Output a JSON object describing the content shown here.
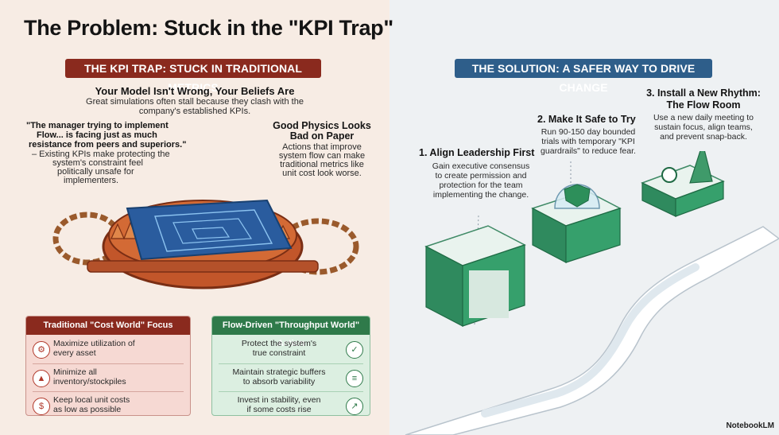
{
  "title": "The Problem: Stuck in the \"KPI Trap\"",
  "left_banner": "THE KPI TRAP: STUCK IN TRADITIONAL METRICS",
  "right_banner": "THE SOLUTION: A SAFER WAY TO DRIVE CHANGE",
  "model": {
    "heading": "Your Model Isn't Wrong, Your Beliefs Are",
    "body1": "Great simulations often stall because they clash with the",
    "body2": "company's established KPIs."
  },
  "quote": {
    "l1": "\"The manager trying to implement",
    "l2": "Flow... is facing just as much",
    "l3": "resistance from peers and superiors.\"",
    "n1": "– Existing KPIs make protecting the",
    "n2": "system's constraint feel",
    "n3": "politically unsafe for",
    "n4": "implementers."
  },
  "physics": {
    "h1": "Good Physics Looks",
    "h2": "Bad on Paper",
    "b1": "Actions that improve",
    "b2": "system flow can make",
    "b3": "traditional metrics like",
    "b4": "unit cost look worse."
  },
  "cost_card": {
    "title": "Traditional \"Cost World\" Focus",
    "rows": [
      {
        "l1": "Maximize utilization of",
        "l2": "every asset"
      },
      {
        "l1": "Minimize all",
        "l2": "inventory/stockpiles"
      },
      {
        "l1": "Keep local unit costs",
        "l2": "as low as possible"
      }
    ]
  },
  "flow_card": {
    "title": "Flow-Driven \"Throughput World\" Action",
    "rows": [
      {
        "l1": "Protect the system's",
        "l2": "true constraint"
      },
      {
        "l1": "Maintain strategic buffers",
        "l2": "to absorb variability"
      },
      {
        "l1": "Invest in stability, even",
        "l2": "if some costs rise"
      }
    ]
  },
  "steps": [
    {
      "title": "1. Align Leadership First",
      "b1": "Gain executive consensus",
      "b2": "to create permission and",
      "b3": "protection for the team",
      "b4": "implementing the change."
    },
    {
      "title": "2. Make It Safe to Try",
      "b1": "Run 90-150 day bounded",
      "b2": "trials with temporary \"KPI",
      "b3": "guardrails\" to reduce fear."
    },
    {
      "t1": "3. Install a New Rhythm:",
      "t2": "The Flow Room",
      "b1": "Use a new daily meeting to",
      "b2": "sustain focus, align teams,",
      "b3": "and prevent snap-back."
    }
  ],
  "logo": "NotebookLM",
  "colors": {
    "red": "#8a2a1e",
    "blue": "#2e5e8a",
    "green": "#2f7a4a"
  }
}
